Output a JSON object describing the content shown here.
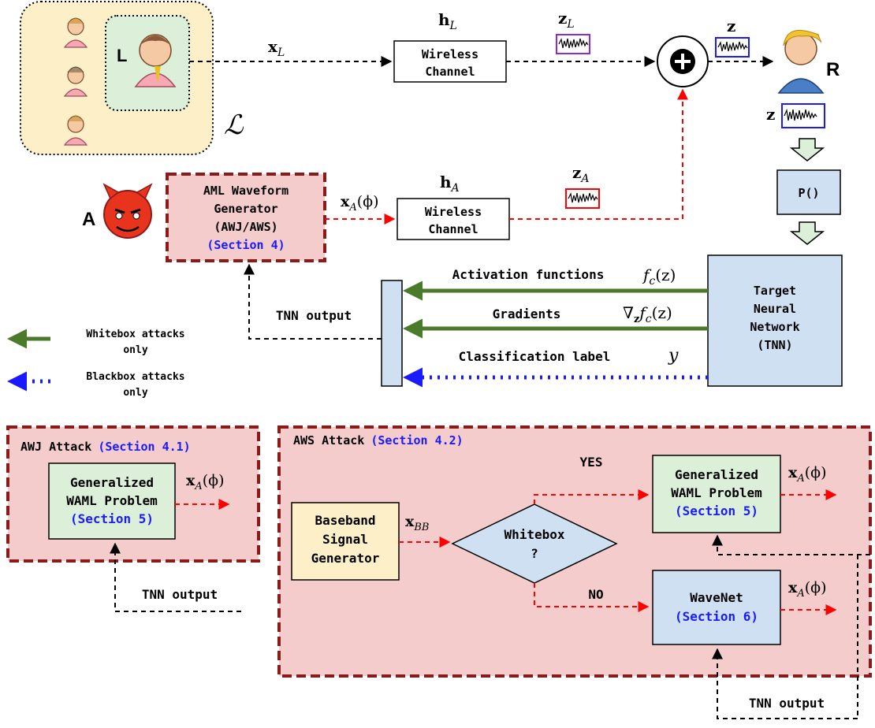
{
  "top": {
    "legit_label": "L",
    "set_label": "ℒ",
    "xL": "x",
    "xL_sub": "L",
    "hL": "h",
    "hL_sub": "L",
    "channel_line1": "Wireless",
    "channel_line2": "Channel",
    "zL": "z",
    "zL_sub": "L",
    "sum_symbol": "+",
    "z": "z",
    "receiver_label": "R",
    "z_receiver": "z",
    "preprocess": "P()"
  },
  "attacker": {
    "label": "A",
    "generator_lines": [
      "AML Waveform",
      "Generator",
      "(AWJ/AWS)"
    ],
    "generator_section": "(Section 4)",
    "xA": "x",
    "xA_sub": "A",
    "xA_arg": "(ϕ)",
    "hA": "h",
    "hA_sub": "A",
    "channel_line1": "Wireless",
    "channel_line2": "Channel",
    "zA": "z",
    "zA_sub": "A"
  },
  "tnn": {
    "lines": [
      "Target",
      "Neural",
      "Network",
      "(TNN)"
    ],
    "activation_label": "Activation functions",
    "activation_math": "f",
    "activation_math_sub": "c",
    "activation_math_arg": "(z)",
    "gradients_label": "Gradients",
    "gradients_math_a": "∇",
    "gradients_math_sub": "z",
    "gradients_math_f": "f",
    "gradients_math_fsub": "c",
    "gradients_math_arg": "(z)",
    "class_label": "Classification label",
    "class_math": "y",
    "output_label": "TNN output"
  },
  "legend": {
    "whitebox_line1": "Whitebox attacks",
    "whitebox_line2": "only",
    "blackbox_line1": "Blackbox attacks",
    "blackbox_line2": "only"
  },
  "awj": {
    "title": "AWJ Attack",
    "section": "(Section 4.1)",
    "box_lines": [
      "Generalized",
      "WAML Problem"
    ],
    "box_section": "(Section 5)",
    "out": "x",
    "out_sub": "A",
    "out_arg": "(ϕ)",
    "tnn_output": "TNN output"
  },
  "aws": {
    "title": "AWS Attack",
    "section": "(Section 4.2)",
    "baseband_lines": [
      "Baseband",
      "Signal",
      "Generator"
    ],
    "xBB": "x",
    "xBB_sub": "BB",
    "decision_line1": "Whitebox",
    "decision_line2": "?",
    "yes": "YES",
    "no": "NO",
    "gen_lines": [
      "Generalized",
      "WAML Problem"
    ],
    "gen_section": "(Section 5)",
    "gen_out": "x",
    "gen_out_sub": "A",
    "gen_out_arg": "(ϕ)",
    "wavenet": "WaveNet",
    "wavenet_section": "(Section 6)",
    "wave_out": "x",
    "wave_out_sub": "A",
    "wave_out_arg": "(ϕ)",
    "tnn_output": "TNN output"
  },
  "colors": {
    "pink_fill": "#f4cccc",
    "dark_red": "#8b1a1a",
    "green_fill": "#dcefd8",
    "blue_fill": "#cfe0f3",
    "yellow_fill": "#fdf0c8",
    "dark_green": "#4a7a2a",
    "blue_link": "#1a1aff",
    "red_dash": "#ff0000"
  }
}
